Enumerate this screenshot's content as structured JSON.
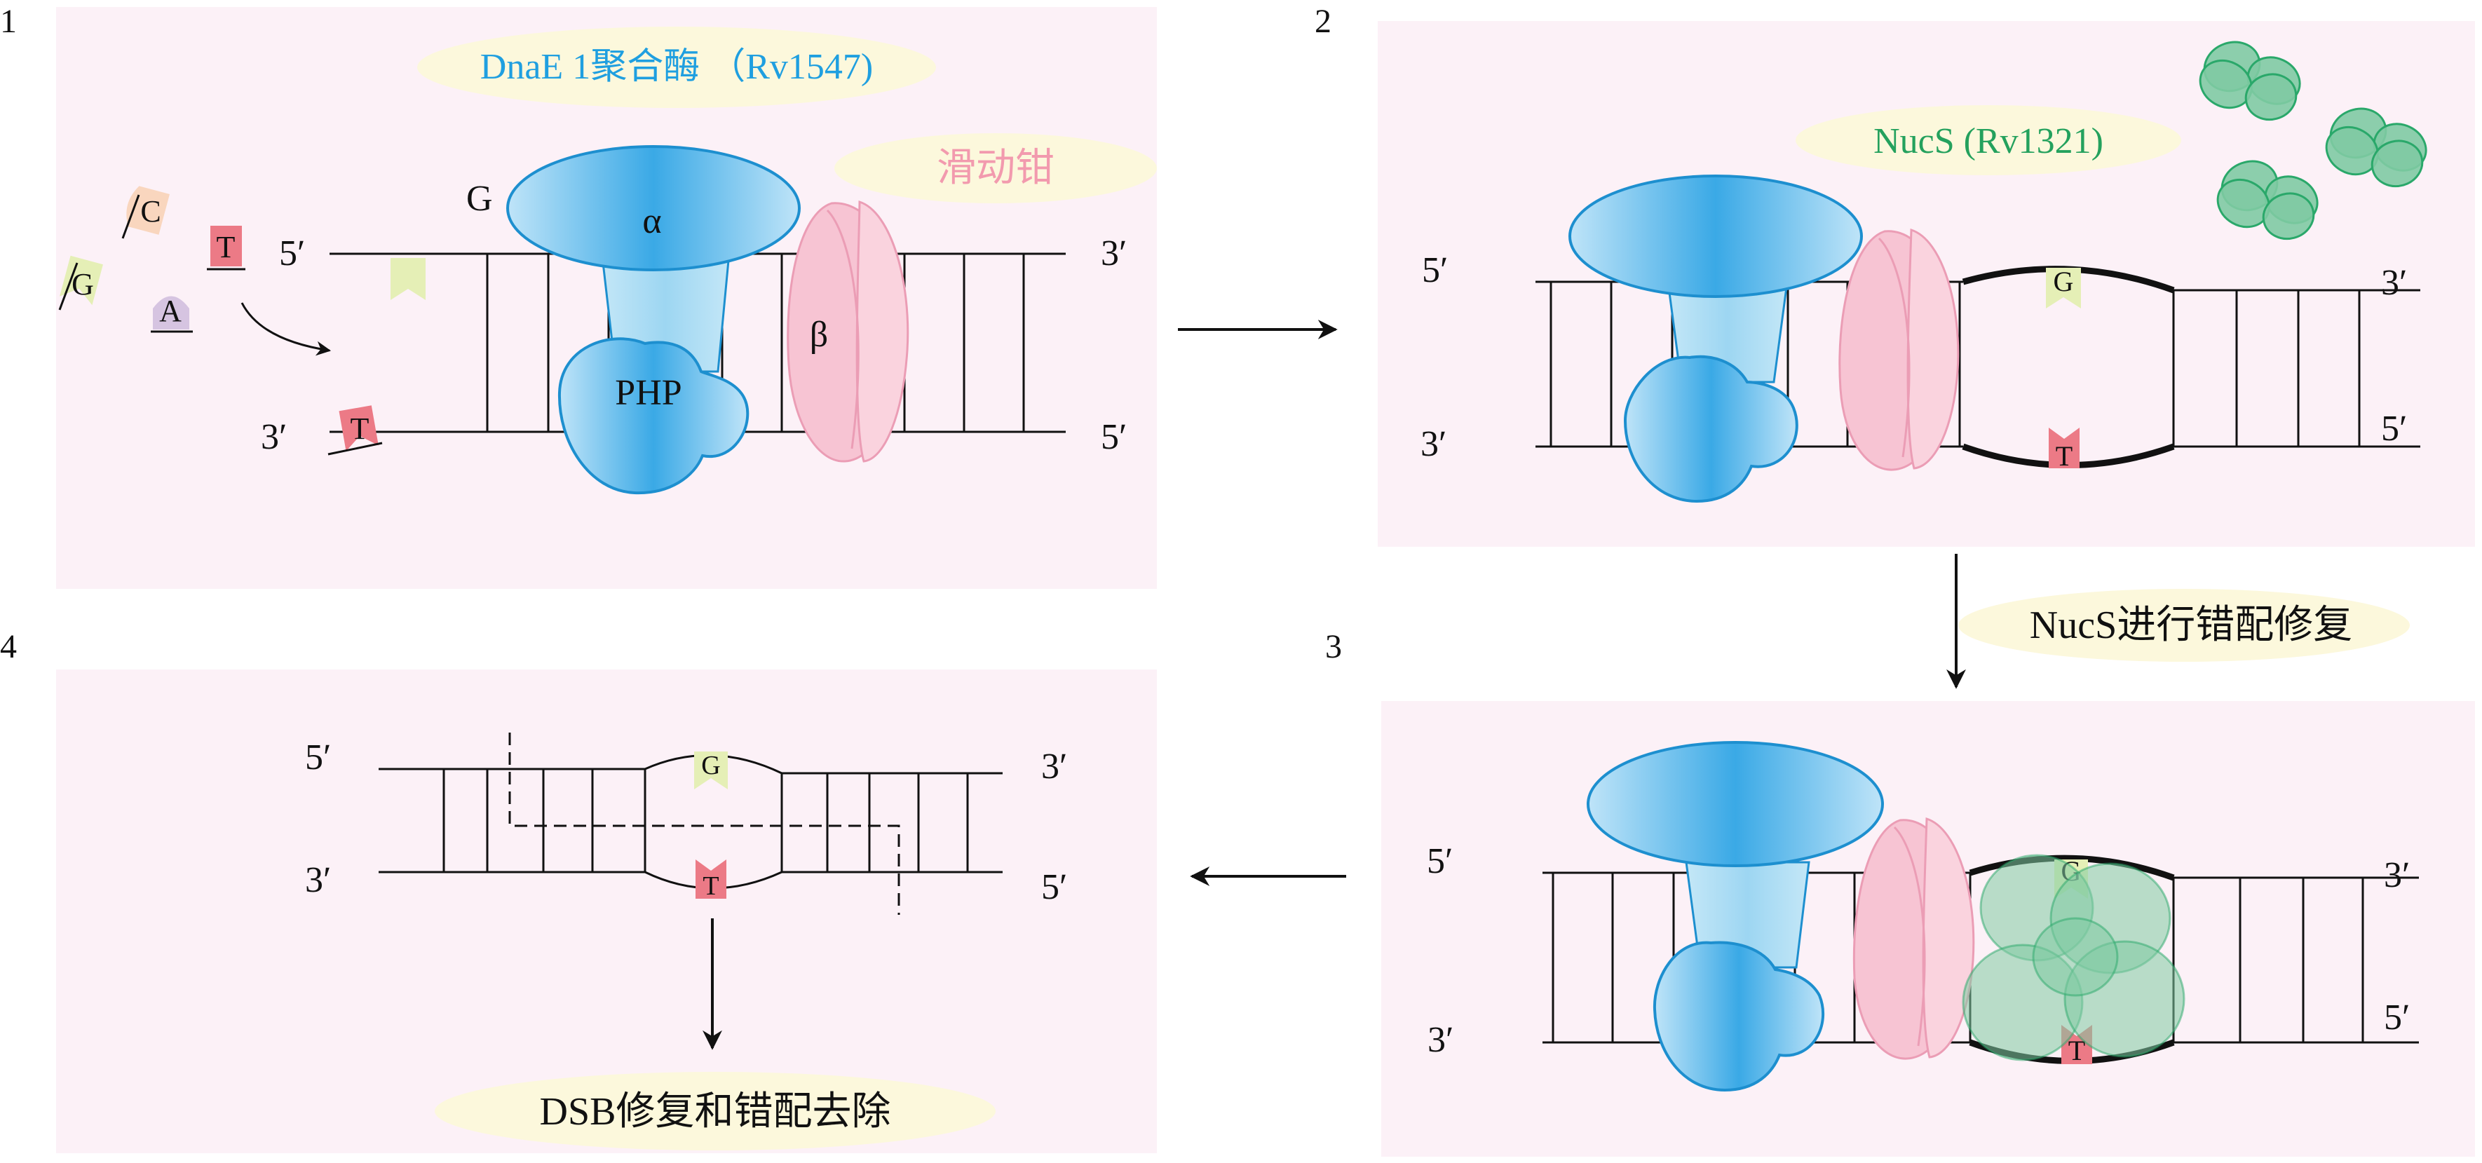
{
  "panels": [
    {
      "number": "1",
      "polymerase_label": "DnaE 1聚合酶 （Rv1547)",
      "clamp_label": "滑动钳",
      "alpha": "α",
      "php": "PHP",
      "beta": "β",
      "template_base": "G",
      "free_nucleotides": [
        "G",
        "C",
        "A",
        "T"
      ],
      "incoming_nucleotide": "T"
    },
    {
      "number": "2",
      "nucs_label": "NucS (Rv1321)",
      "mismatch_top": "G",
      "mismatch_bottom": "T"
    },
    {
      "number": "3",
      "mismatch_top": "G",
      "mismatch_bottom": "T"
    },
    {
      "number": "4",
      "mismatch_top": "G",
      "mismatch_bottom": "T",
      "result_label": "DSB修复和错配去除"
    }
  ],
  "steps": {
    "step_2_to_3": "NucS进行错配修复"
  },
  "ends": {
    "five_prime": "5′",
    "three_prime": "3′"
  },
  "colors": {
    "panel_bg": "#fcf1f7",
    "polymerase": "#3aa9e6",
    "polymerase_dark": "#1d8fcf",
    "clamp": "#f7c4d3",
    "clamp_edge": "#eb9db5",
    "nucs": "#7fcaa3",
    "nucs_edge": "#2aa86a",
    "highlight": "#fcf8dc",
    "guanine": "#e5efb6",
    "thymine": "#ec7a86",
    "cytosine": "#f9d6be",
    "adenine": "#d6c4e1",
    "text_blue": "#1f9fe0",
    "text_green": "#24a15d",
    "text_pink": "#f29aae",
    "ink": "#111111"
  }
}
